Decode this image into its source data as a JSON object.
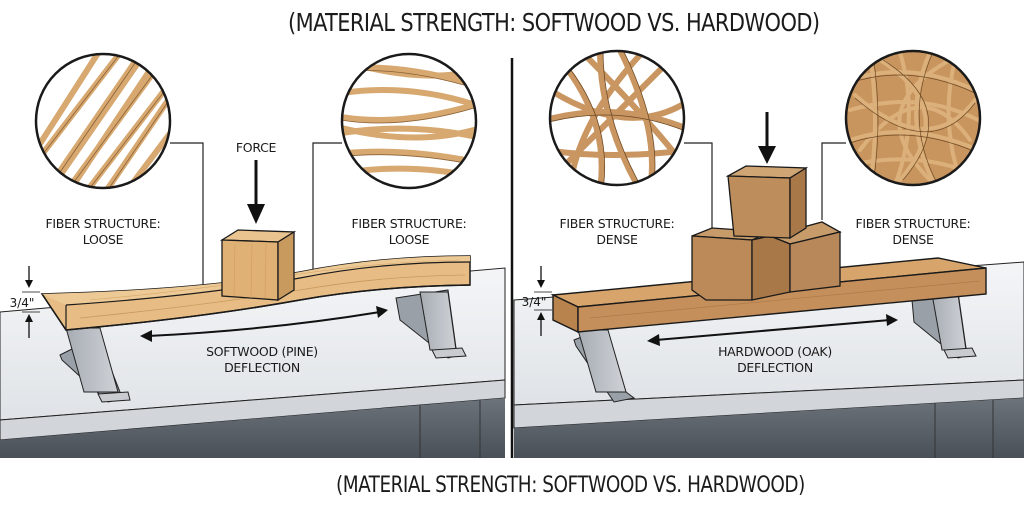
{
  "title_top": "(MATERIAL STRENGTH: SOFTWOOD VS. HARDWOOD)",
  "title_bottom": "(MATERIAL STRENGTH: SOFTWOOD VS. HARDWOOD)",
  "panels": {
    "softwood": {
      "fiber_left": {
        "line1": "FIBER STRUCTURE:",
        "line2": "LOOSE"
      },
      "fiber_right": {
        "line1": "FIBER STRUCTURE:",
        "line2": "LOOSE"
      },
      "force_label": "FORCE",
      "thickness_label": "3/4\"",
      "deflection": {
        "line1": "SOFTWOOD (PINE)",
        "line2": "DEFLECTION"
      },
      "block_count": 1,
      "wood_color": "#e2b57a"
    },
    "hardwood": {
      "fiber_left": {
        "line1": "FIBER STRUCTURE:",
        "line2": "DENSE"
      },
      "fiber_right": {
        "line1": "FIBER STRUCTURE:",
        "line2": "DENSE"
      },
      "thickness_label": "3/4\"",
      "deflection": {
        "line1": "HARDWOOD (OAK)",
        "line2": "DEFLECTION"
      },
      "block_count": 3,
      "wood_color": "#c58f5c"
    }
  },
  "colors": {
    "wood_light": "#e2b57a",
    "wood_dark": "#c58f5c",
    "fiber": "#d9ab74",
    "steel": "#b8bcc2",
    "counter": "#e9ecef",
    "cabinet": "#5e656d",
    "ink": "#1a1a1a"
  }
}
